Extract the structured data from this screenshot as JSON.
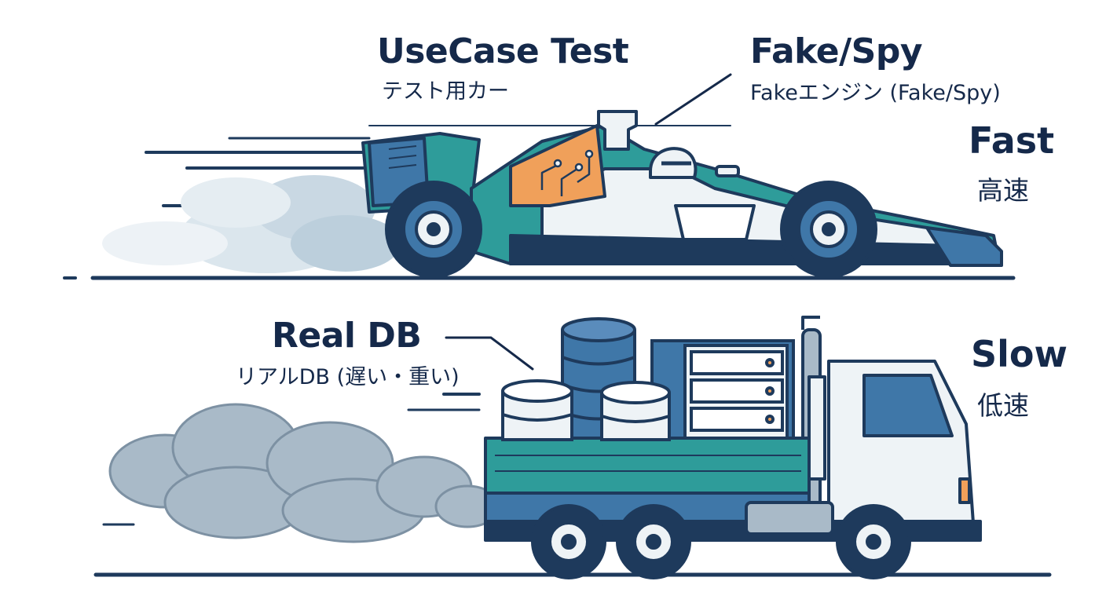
{
  "top": {
    "title": "UseCase Test",
    "subtitle": "テスト用カー",
    "component_title": "Fake/Spy",
    "component_subtitle": "Fakeエンジン (Fake/Spy)",
    "speed_label": "Fast",
    "speed_label_ja": "高速",
    "vehicle_icon": "race-car-icon"
  },
  "bottom": {
    "title": "Real DB",
    "subtitle": "リアルDB (遅い・重い)",
    "speed_label": "Slow",
    "speed_label_ja": "低速",
    "vehicle_icon": "truck-icon",
    "cargo_icons": [
      "database-icon",
      "server-rack-icon"
    ]
  },
  "colors": {
    "ink": "#15294a",
    "navy": "#1e3a5c",
    "teal": "#2e9c9a",
    "blue": "#3f77a8",
    "orange": "#f0a05a",
    "smoke": "#a9bac8",
    "light": "#eef3f6"
  }
}
